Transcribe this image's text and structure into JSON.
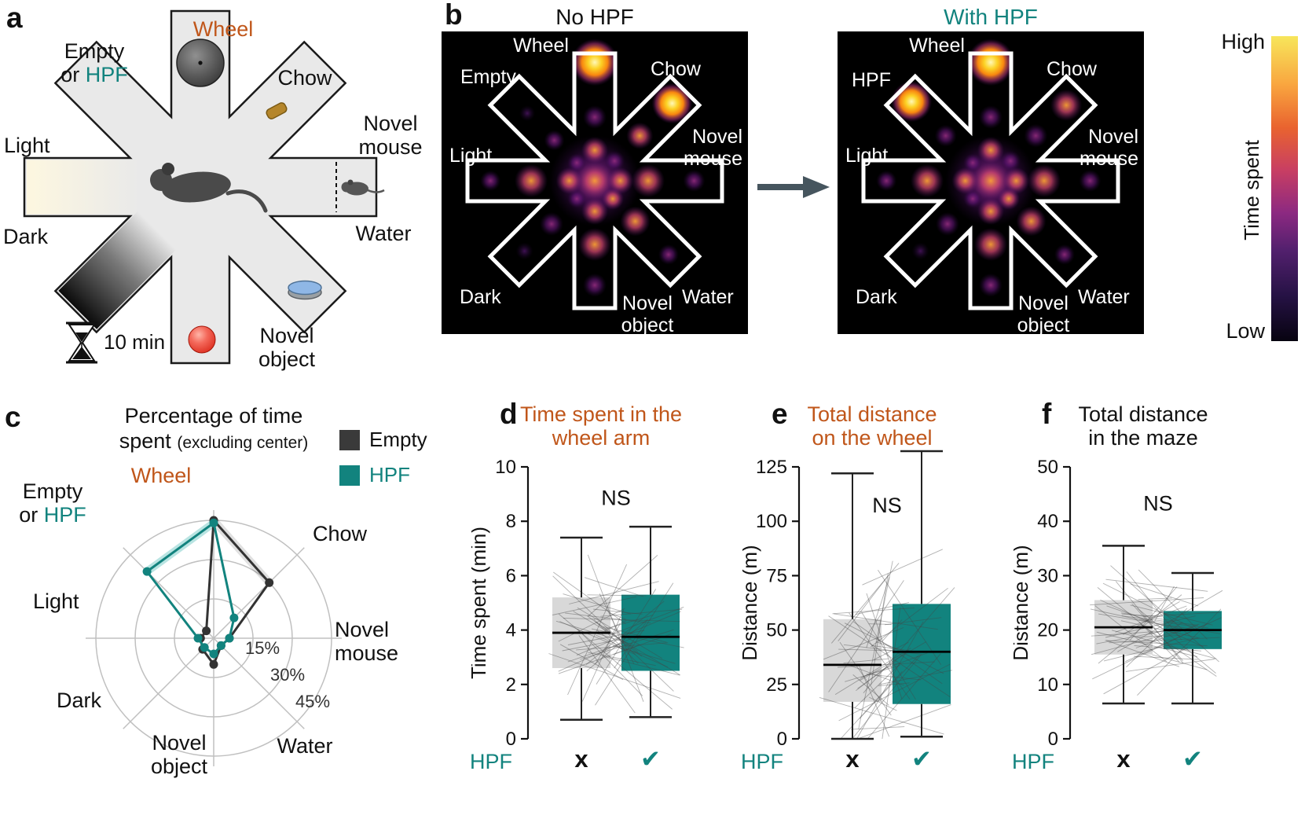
{
  "colors": {
    "teal": "#12837E",
    "cyan": "#2FB3C6",
    "orange": "#C0561A",
    "box_gray": "#D8D8D8",
    "dark": "#333333"
  },
  "panel_a": {
    "letter": "a",
    "wheel": "Wheel",
    "empty": "Empty",
    "or": "or",
    "hpf": "HPF",
    "chow": "Chow",
    "novel": "Novel",
    "mouse": "mouse",
    "light": "Light",
    "water": "Water",
    "dark": "Dark",
    "object": "object",
    "timer": "10 min"
  },
  "panel_b": {
    "letter": "b",
    "map1_title": "No HPF",
    "map2_title": "With HPF",
    "wheel": "Wheel",
    "chow": "Chow",
    "empty": "Empty",
    "hpf": "HPF",
    "light": "Light",
    "novel": "Novel",
    "mouse": "mouse",
    "dark": "Dark",
    "object": "object",
    "water": "Water",
    "colorbar_high": "High",
    "colorbar_low": "Low",
    "colorbar_title": "Time spent"
  },
  "panel_c": {
    "letter": "c",
    "title_line1": "Percentage of time",
    "title_line2_strong": "spent",
    "title_line2_small": "(excluding center)",
    "legend": [
      {
        "label": "Empty",
        "color": "#3A3A3A"
      },
      {
        "label": "HPF",
        "color": "#12837E"
      }
    ],
    "rings": [
      "15%",
      "30%",
      "45%"
    ],
    "wheel": "Wheel",
    "chow": "Chow",
    "novel": "Novel",
    "mouse": "mouse",
    "water": "Water",
    "object": "object",
    "dark": "Dark",
    "light": "Light",
    "empty": "Empty",
    "or": "or",
    "hpf": "HPF"
  },
  "panel_d": {
    "letter": "d",
    "title_line1": "Time spent in the",
    "title_line2": "wheel arm",
    "hpf": "HPF",
    "no_mark": "x",
    "yes_mark": "✔"
  },
  "panel_e": {
    "letter": "e",
    "title_line1": "Total distance",
    "title_line2": "on the wheel",
    "hpf": "HPF",
    "no_mark": "x",
    "yes_mark": "✔"
  },
  "panel_f": {
    "letter": "f",
    "title_line1": "Total distance",
    "title_line2": "in the maze",
    "hpf": "HPF",
    "no_mark": "x",
    "yes_mark": "✔"
  },
  "chart_data": [
    {
      "id": "radar",
      "type": "radar",
      "title": "Percentage of time spent (excluding center)",
      "categories": [
        "Wheel",
        "Chow",
        "Novel mouse",
        "Water",
        "Novel object",
        "Dark",
        "Light",
        "Empty or HPF"
      ],
      "ring_percent": [
        15,
        30,
        45
      ],
      "max_percent": 45,
      "legend_position": "top-right",
      "grid": "circular",
      "series": [
        {
          "name": "Empty",
          "color": "#333333",
          "values": [
            45,
            30,
            6,
            4,
            10,
            6,
            5,
            4
          ]
        },
        {
          "name": "HPF",
          "color": "#12837E",
          "values": [
            44,
            11,
            6,
            4,
            6,
            5,
            6,
            36
          ]
        }
      ]
    },
    {
      "id": "box-d",
      "type": "box",
      "title": "Time spent in the wheel arm",
      "ylabel": "Time spent (min)",
      "ylim": [
        0,
        10
      ],
      "yticks": [
        0,
        2,
        4,
        6,
        8,
        10
      ],
      "annotation": "NS",
      "annotation_y": 8.6,
      "seed": 11,
      "n_lines": 55,
      "x_axis_label": "HPF",
      "groups": [
        {
          "label": "No HPF",
          "mark": "x",
          "color": "#D8D8D8",
          "whisker_low": 0.7,
          "q1": 2.6,
          "median": 3.9,
          "q3": 5.2,
          "whisker_high": 7.4
        },
        {
          "label": "HPF",
          "mark": "✔",
          "color": "#12837E",
          "whisker_low": 0.8,
          "q1": 2.5,
          "median": 3.75,
          "q3": 5.3,
          "whisker_high": 7.8
        }
      ]
    },
    {
      "id": "box-e",
      "type": "box",
      "title": "Total distance on the wheel",
      "ylabel": "Distance (m)",
      "ylim": [
        0,
        125
      ],
      "yticks": [
        0,
        25,
        50,
        75,
        100,
        125
      ],
      "annotation": "NS",
      "annotation_y": 104,
      "seed": 23,
      "n_lines": 55,
      "x_axis_label": "HPF",
      "groups": [
        {
          "label": "No HPF",
          "mark": "x",
          "color": "#D8D8D8",
          "whisker_low": 0,
          "q1": 17,
          "median": 34,
          "q3": 55,
          "whisker_high": 122
        },
        {
          "label": "HPF",
          "mark": "✔",
          "color": "#12837E",
          "whisker_low": 1,
          "q1": 16,
          "median": 40,
          "q3": 62,
          "whisker_high": 133
        }
      ]
    },
    {
      "id": "box-f",
      "type": "box",
      "title": "Total distance in the maze",
      "ylabel": "Distance (m)",
      "ylim": [
        0,
        50
      ],
      "yticks": [
        0,
        10,
        20,
        30,
        40,
        50
      ],
      "annotation": "NS",
      "annotation_y": 42,
      "seed": 37,
      "n_lines": 55,
      "x_axis_label": "HPF",
      "groups": [
        {
          "label": "No HPF",
          "mark": "x",
          "color": "#D8D8D8",
          "whisker_low": 6.5,
          "q1": 15.5,
          "median": 20.5,
          "q3": 25.5,
          "whisker_high": 35.5
        },
        {
          "label": "HPF",
          "mark": "✔",
          "color": "#12837E",
          "whisker_low": 6.5,
          "q1": 16.5,
          "median": 20,
          "q3": 23.5,
          "whisker_high": 30.5
        }
      ]
    },
    {
      "id": "heatmap-no-hpf",
      "type": "heatmap",
      "title": "No HPF",
      "scale_high": "High",
      "scale_low": "Low",
      "scale_label": "Time spent",
      "arm_intensity": {
        "Wheel": "high",
        "Chow": "high",
        "Empty": "low",
        "Light": "medium",
        "Novel mouse": "medium",
        "Water": "medium",
        "Novel object": "medium",
        "Dark": "low"
      },
      "blobs": [
        [
          -1,
          0,
          58,
          1
        ],
        [
          -1,
          0,
          24,
          2
        ],
        [
          0,
          0.93,
          30,
          3
        ],
        [
          0,
          0.5,
          15,
          1
        ],
        [
          0,
          0.24,
          17,
          2
        ],
        [
          1,
          0.86,
          26,
          3
        ],
        [
          1,
          0.5,
          17,
          2
        ],
        [
          1,
          0.22,
          13,
          1
        ],
        [
          2,
          0.42,
          21,
          2
        ],
        [
          2,
          0.78,
          14,
          1
        ],
        [
          2,
          0.2,
          17,
          2
        ],
        [
          3,
          0.45,
          19,
          2
        ],
        [
          3,
          0.82,
          13,
          1
        ],
        [
          3,
          0.2,
          14,
          2
        ],
        [
          4,
          0.5,
          21,
          2
        ],
        [
          4,
          0.82,
          15,
          1
        ],
        [
          4,
          0.24,
          17,
          2
        ],
        [
          5,
          0.48,
          15,
          1
        ],
        [
          5,
          0.78,
          11,
          0
        ],
        [
          5,
          0.2,
          12,
          1
        ],
        [
          6,
          0.5,
          21,
          2
        ],
        [
          6,
          0.82,
          13,
          1
        ],
        [
          6,
          0.2,
          17,
          2
        ],
        [
          7,
          0.45,
          13,
          1
        ],
        [
          7,
          0.75,
          10,
          0
        ],
        [
          7,
          0.2,
          12,
          1
        ]
      ]
    },
    {
      "id": "heatmap-with-hpf",
      "type": "heatmap",
      "title": "With HPF",
      "scale_high": "High",
      "scale_low": "Low",
      "scale_label": "Time spent",
      "arm_intensity": {
        "Wheel": "high",
        "Chow": "medium",
        "HPF": "high",
        "Light": "medium",
        "Novel mouse": "medium",
        "Water": "medium",
        "Novel object": "medium",
        "Dark": "low"
      },
      "blobs": [
        [
          -1,
          0,
          58,
          1
        ],
        [
          -1,
          0,
          24,
          2
        ],
        [
          0,
          0.93,
          30,
          3
        ],
        [
          0,
          0.5,
          15,
          1
        ],
        [
          0,
          0.24,
          17,
          2
        ],
        [
          1,
          0.84,
          20,
          2
        ],
        [
          1,
          0.5,
          15,
          1
        ],
        [
          1,
          0.22,
          13,
          1
        ],
        [
          2,
          0.42,
          21,
          2
        ],
        [
          2,
          0.78,
          14,
          1
        ],
        [
          2,
          0.2,
          17,
          2
        ],
        [
          3,
          0.45,
          19,
          2
        ],
        [
          3,
          0.82,
          13,
          1
        ],
        [
          3,
          0.2,
          14,
          2
        ],
        [
          4,
          0.5,
          21,
          2
        ],
        [
          4,
          0.82,
          15,
          1
        ],
        [
          4,
          0.24,
          17,
          2
        ],
        [
          5,
          0.48,
          15,
          1
        ],
        [
          5,
          0.78,
          11,
          0
        ],
        [
          5,
          0.2,
          12,
          1
        ],
        [
          6,
          0.5,
          21,
          2
        ],
        [
          6,
          0.82,
          13,
          1
        ],
        [
          6,
          0.2,
          17,
          2
        ],
        [
          7,
          0.88,
          26,
          3
        ],
        [
          7,
          0.5,
          14,
          1
        ],
        [
          7,
          0.2,
          12,
          1
        ]
      ]
    }
  ]
}
